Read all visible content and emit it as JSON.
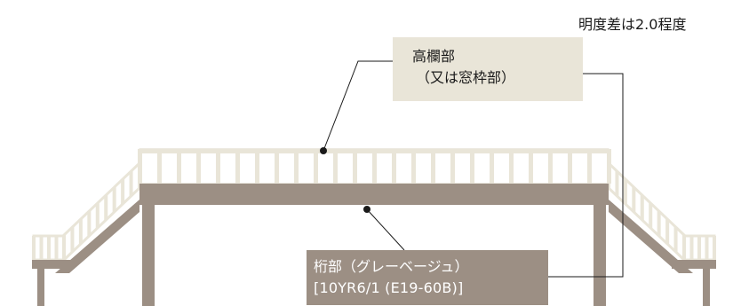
{
  "note": "明度差は2.0程度",
  "railing_label": {
    "line1": "高欄部",
    "line2": "（又は窓枠部）"
  },
  "girder_label": {
    "line1": "桁部（グレーベージュ）",
    "line2": "[10YR6/1 (E19-60B)]"
  },
  "colors": {
    "railing": "#e9e5d8",
    "railing_stroke": "#d9d3c1",
    "girder": "#9c8f84",
    "leader": "#1a1a1a"
  }
}
